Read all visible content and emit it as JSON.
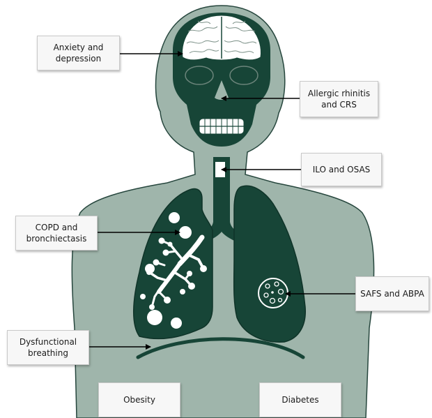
{
  "colors": {
    "body": "#9fb5ab",
    "body_edge": "#26463d",
    "organ": "#174537",
    "white": "#ffffff",
    "arrow": "#000000"
  },
  "labels": {
    "anxiety": "Anxiety and depression",
    "rhinitis": "Allergic rhinitis and CRS",
    "ilo": "ILO and OSAS",
    "copd": "COPD and bronchiectasis",
    "safs": "SAFS and ABPA",
    "dysfunctional": "Dysfunctional breathing",
    "obesity": "Obesity",
    "diabetes": "Diabetes"
  }
}
